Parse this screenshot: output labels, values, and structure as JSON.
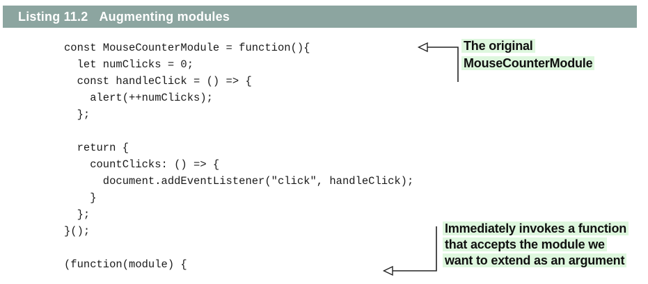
{
  "listing_header": {
    "label": "Listing 11.2",
    "title": "Augmenting modules"
  },
  "code": {
    "lines": [
      "const MouseCounterModule = function(){",
      "  let numClicks = 0;",
      "  const handleClick = () => {",
      "    alert(++numClicks);",
      "  };",
      "",
      "  return {",
      "    countClicks: () => {",
      "      document.addEventListener(\"click\", handleClick);",
      "    }",
      "  };",
      "}();",
      "",
      "(function(module) {"
    ]
  },
  "annotations": [
    {
      "lines": [
        "The original",
        "MouseCounterModule"
      ]
    },
    {
      "lines": [
        "Immediately invokes a function",
        "that accepts the module we",
        "want to extend as an argument"
      ]
    }
  ],
  "colors": {
    "listing_bar": "#8ca5a0",
    "listing_bar_text": "#ffffff",
    "annotation_highlight": "#def7de",
    "code_text": "#1a1a1a",
    "callout_line": "#222222"
  }
}
